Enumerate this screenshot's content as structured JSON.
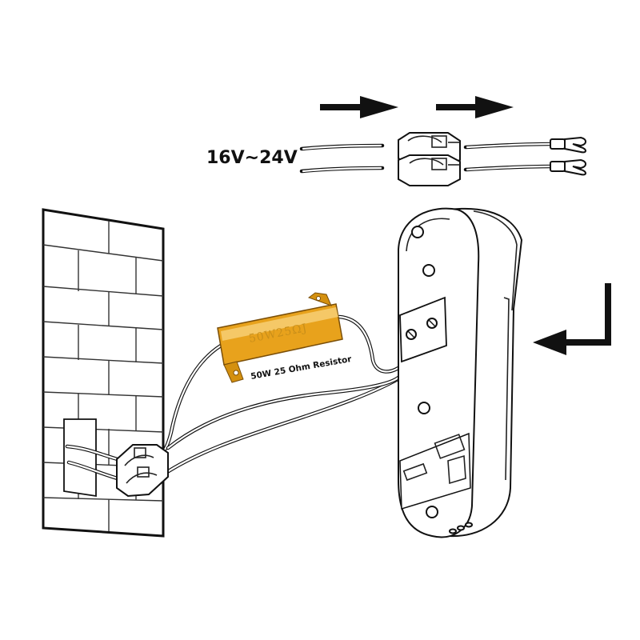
{
  "diagram": {
    "voltage_label": "16V~24V",
    "resistor_marking": "50W25ΩJ",
    "resistor_label": "50W 25 Ohm Resistor",
    "colors": {
      "resistor_body": "#e8a21c",
      "resistor_highlight": "#f7d27a",
      "line": "#111111",
      "background": "#ffffff"
    },
    "icons": [
      "right-arrow-icon",
      "right-arrow-icon",
      "bent-arrow-icon"
    ]
  }
}
